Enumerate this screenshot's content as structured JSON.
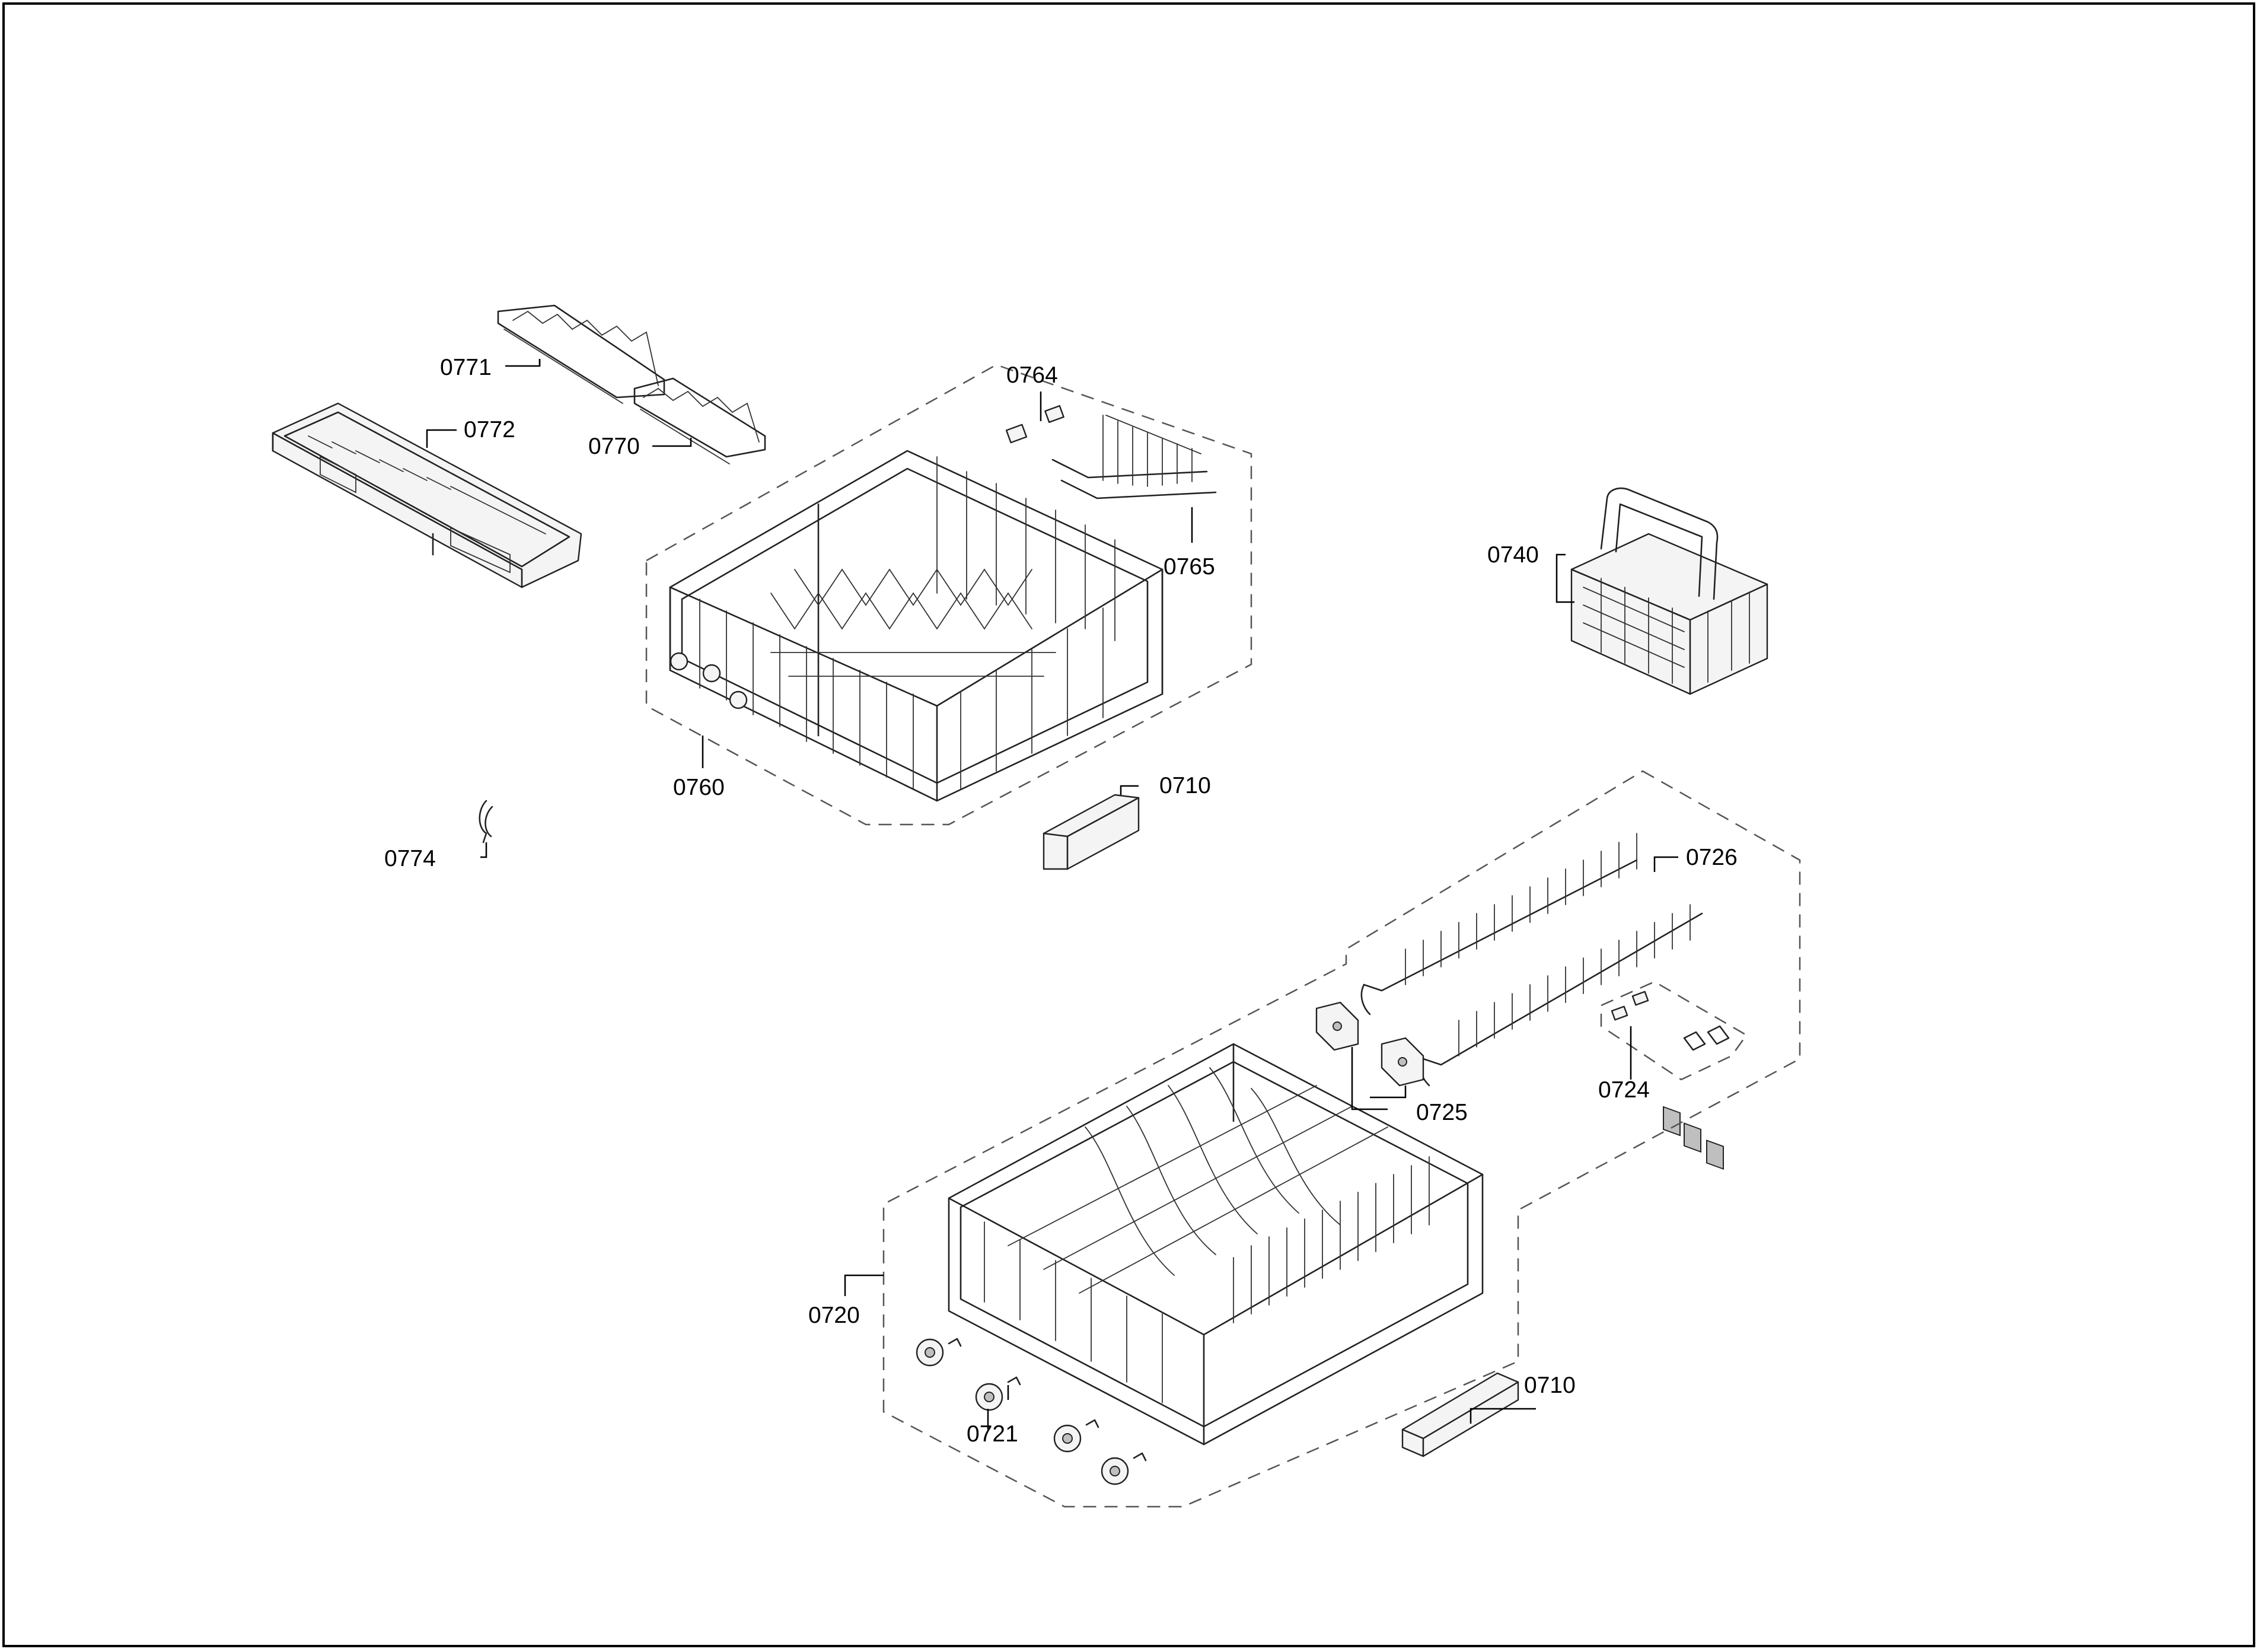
{
  "diagram": {
    "callouts": {
      "c0771": "0771",
      "c0772": "0772",
      "c0770": "0770",
      "c0764": "0764",
      "c0765": "0765",
      "c0740": "0740",
      "c0760": "0760",
      "c0710_upper": "0710",
      "c0774": "0774",
      "c0726": "0726",
      "c0724": "0724",
      "c0725": "0725",
      "c0720": "0720",
      "c0710_lower": "0710",
      "c0721": "0721"
    }
  }
}
